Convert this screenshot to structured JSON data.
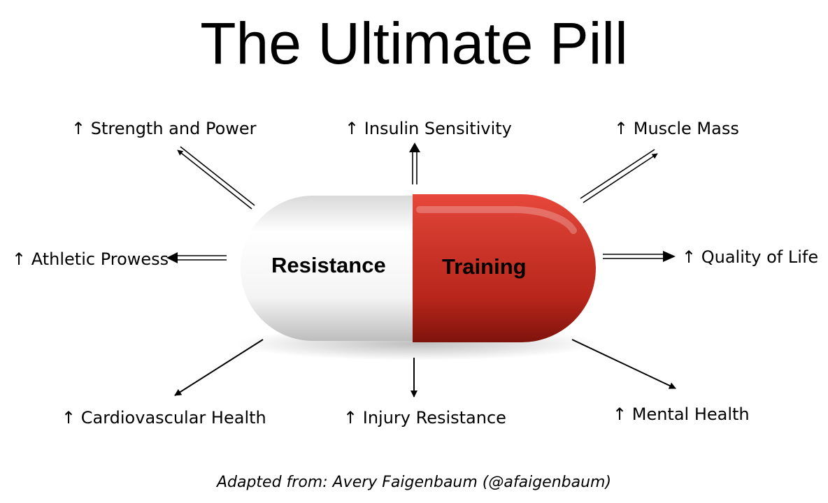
{
  "title": "The Ultimate Pill",
  "pill": {
    "left_text": "Resistance",
    "right_text": "Training",
    "left_color": "#f2f2f2",
    "right_color": "#c0281d"
  },
  "benefits": [
    {
      "key": "strength",
      "label": "↑ Strength and Power"
    },
    {
      "key": "insulin",
      "label": "↑ Insulin Sensitivity"
    },
    {
      "key": "muscle",
      "label": "↑ Muscle Mass"
    },
    {
      "key": "athletic",
      "label": "↑ Athletic Prowess"
    },
    {
      "key": "quality",
      "label": "↑ Quality of Life"
    },
    {
      "key": "cardio",
      "label": "↑ Cardiovascular Health"
    },
    {
      "key": "injury",
      "label": "↑ Injury Resistance"
    },
    {
      "key": "mental",
      "label": "↑ Mental Health"
    }
  ],
  "credit": "Adapted from: Avery Faigenbaum (@afaigenbaum)"
}
